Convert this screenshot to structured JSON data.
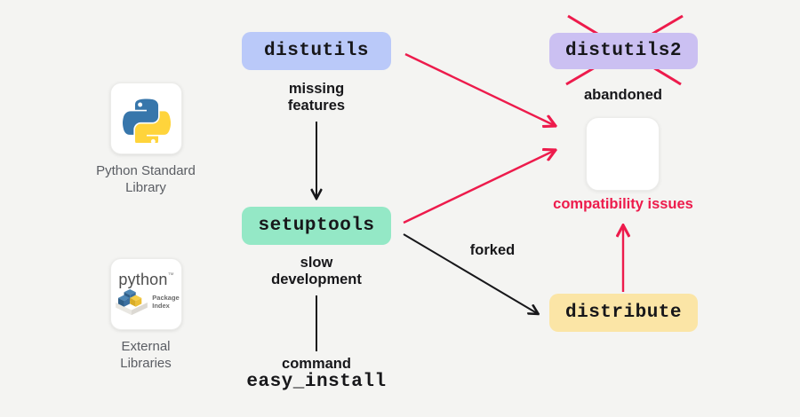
{
  "canvas": {
    "bg": "#f4f4f2"
  },
  "colors": {
    "red": "#ed1b4c",
    "black": "#17171a",
    "gray_text": "#5a5d63",
    "distutils_bg": "#bac9f9",
    "distutils2_bg": "#cbc0f2",
    "setuptools_bg": "#94e8c6",
    "distribute_bg": "#fbe5a6"
  },
  "nodes": {
    "distutils": {
      "label": "distutils"
    },
    "distutils2": {
      "label": "distutils2"
    },
    "setuptools": {
      "label": "setuptools"
    },
    "distribute": {
      "label": "distribute"
    }
  },
  "annotations": {
    "missing_features": "missing\nfeatures",
    "slow_development": "slow\ndevelopment",
    "command": "command",
    "easy_install": "easy_install",
    "abandoned": "abandoned",
    "forked": "forked",
    "compatibility_issues": "compatibility issues"
  },
  "cards": {
    "python_standard": {
      "caption": "Python Standard\nLibrary"
    },
    "external": {
      "caption": "External\nLibraries",
      "logo_word": "python",
      "logo_tm": "™",
      "logo_sub": "Package\nIndex"
    }
  }
}
